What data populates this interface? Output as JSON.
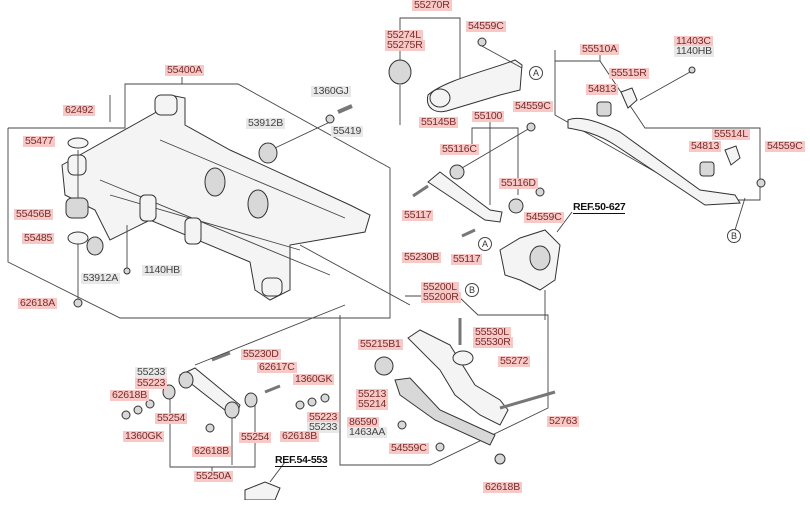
{
  "diagram": {
    "title": "Rear Suspension Assembly",
    "references": [
      {
        "id": "ref-50-627",
        "text": "REF.50-627"
      },
      {
        "id": "ref-54-553",
        "text": "REF.54-553"
      }
    ],
    "callouts": [
      {
        "id": "A1",
        "text": "A"
      },
      {
        "id": "A2",
        "text": "A"
      },
      {
        "id": "B1",
        "text": "B"
      },
      {
        "id": "B2",
        "text": "B"
      }
    ],
    "labels": [
      {
        "id": "55270R",
        "text": "55270R",
        "style": "link"
      },
      {
        "id": "55274L",
        "text": "55274L",
        "style": "link"
      },
      {
        "id": "55275R",
        "text": "55275R",
        "style": "link"
      },
      {
        "id": "54559C_a",
        "text": "54559C",
        "style": "link"
      },
      {
        "id": "55145B",
        "text": "55145B",
        "style": "link"
      },
      {
        "id": "55400A",
        "text": "55400A",
        "style": "link"
      },
      {
        "id": "62492",
        "text": "62492",
        "style": "link"
      },
      {
        "id": "1360GJ",
        "text": "1360GJ",
        "style": "plain"
      },
      {
        "id": "55419",
        "text": "55419",
        "style": "plain"
      },
      {
        "id": "53912B",
        "text": "53912B",
        "style": "plain"
      },
      {
        "id": "55477",
        "text": "55477",
        "style": "link"
      },
      {
        "id": "55456B",
        "text": "55456B",
        "style": "link"
      },
      {
        "id": "55485",
        "text": "55485",
        "style": "link"
      },
      {
        "id": "53912A",
        "text": "53912A",
        "style": "plain"
      },
      {
        "id": "1140HB_a",
        "text": "1140HB",
        "style": "plain"
      },
      {
        "id": "62618A",
        "text": "62618A",
        "style": "link"
      },
      {
        "id": "54559C_b",
        "text": "54559C",
        "style": "link"
      },
      {
        "id": "55100",
        "text": "55100",
        "style": "link"
      },
      {
        "id": "55116C",
        "text": "55116C",
        "style": "link"
      },
      {
        "id": "55116D",
        "text": "55116D",
        "style": "link"
      },
      {
        "id": "55117_a",
        "text": "55117",
        "style": "link"
      },
      {
        "id": "54559C_c",
        "text": "54559C",
        "style": "link"
      },
      {
        "id": "55117_b",
        "text": "55117",
        "style": "link"
      },
      {
        "id": "55230B",
        "text": "55230B",
        "style": "link"
      },
      {
        "id": "55200L",
        "text": "55200L",
        "style": "link"
      },
      {
        "id": "55200R",
        "text": "55200R",
        "style": "link"
      },
      {
        "id": "55510A",
        "text": "55510A",
        "style": "link"
      },
      {
        "id": "11403C",
        "text": "11403C",
        "style": "link"
      },
      {
        "id": "1140HB_b",
        "text": "1140HB",
        "style": "plain"
      },
      {
        "id": "55515R",
        "text": "55515R",
        "style": "link"
      },
      {
        "id": "54813_a",
        "text": "54813",
        "style": "link"
      },
      {
        "id": "55514L",
        "text": "55514L",
        "style": "link"
      },
      {
        "id": "54813_b",
        "text": "54813",
        "style": "link"
      },
      {
        "id": "54559C_d",
        "text": "54559C",
        "style": "link"
      },
      {
        "id": "55215B1",
        "text": "55215B1",
        "style": "link"
      },
      {
        "id": "55530L",
        "text": "55530L",
        "style": "link"
      },
      {
        "id": "55530R",
        "text": "55530R",
        "style": "link"
      },
      {
        "id": "55272",
        "text": "55272",
        "style": "link"
      },
      {
        "id": "55213",
        "text": "55213",
        "style": "link"
      },
      {
        "id": "55214",
        "text": "55214",
        "style": "link"
      },
      {
        "id": "86590",
        "text": "86590",
        "style": "link"
      },
      {
        "id": "1463AA",
        "text": "1463AA",
        "style": "plain"
      },
      {
        "id": "54559C_e",
        "text": "54559C",
        "style": "link"
      },
      {
        "id": "52763",
        "text": "52763",
        "style": "link"
      },
      {
        "id": "62618B_a",
        "text": "62618B",
        "style": "link"
      },
      {
        "id": "55233_a",
        "text": "55233",
        "style": "plain"
      },
      {
        "id": "55223_a",
        "text": "55223",
        "style": "link"
      },
      {
        "id": "62618B_b",
        "text": "62618B",
        "style": "link"
      },
      {
        "id": "55230D",
        "text": "55230D",
        "style": "link"
      },
      {
        "id": "62617C",
        "text": "62617C",
        "style": "link"
      },
      {
        "id": "1360GK_a",
        "text": "1360GK",
        "style": "link"
      },
      {
        "id": "55254_a",
        "text": "55254",
        "style": "link"
      },
      {
        "id": "1360GK_b",
        "text": "1360GK",
        "style": "link"
      },
      {
        "id": "55223_b",
        "text": "55223",
        "style": "link"
      },
      {
        "id": "55233_b",
        "text": "55233",
        "style": "plain"
      },
      {
        "id": "62618B_c",
        "text": "62618B",
        "style": "link"
      },
      {
        "id": "62618B_d",
        "text": "62618B",
        "style": "link"
      },
      {
        "id": "55254_b",
        "text": "55254",
        "style": "link"
      },
      {
        "id": "55250A",
        "text": "55250A",
        "style": "link"
      }
    ]
  },
  "colors": {
    "link_highlight": "#f6c9c7",
    "plain_highlight": "#e8e8e8",
    "line": "#444444"
  }
}
